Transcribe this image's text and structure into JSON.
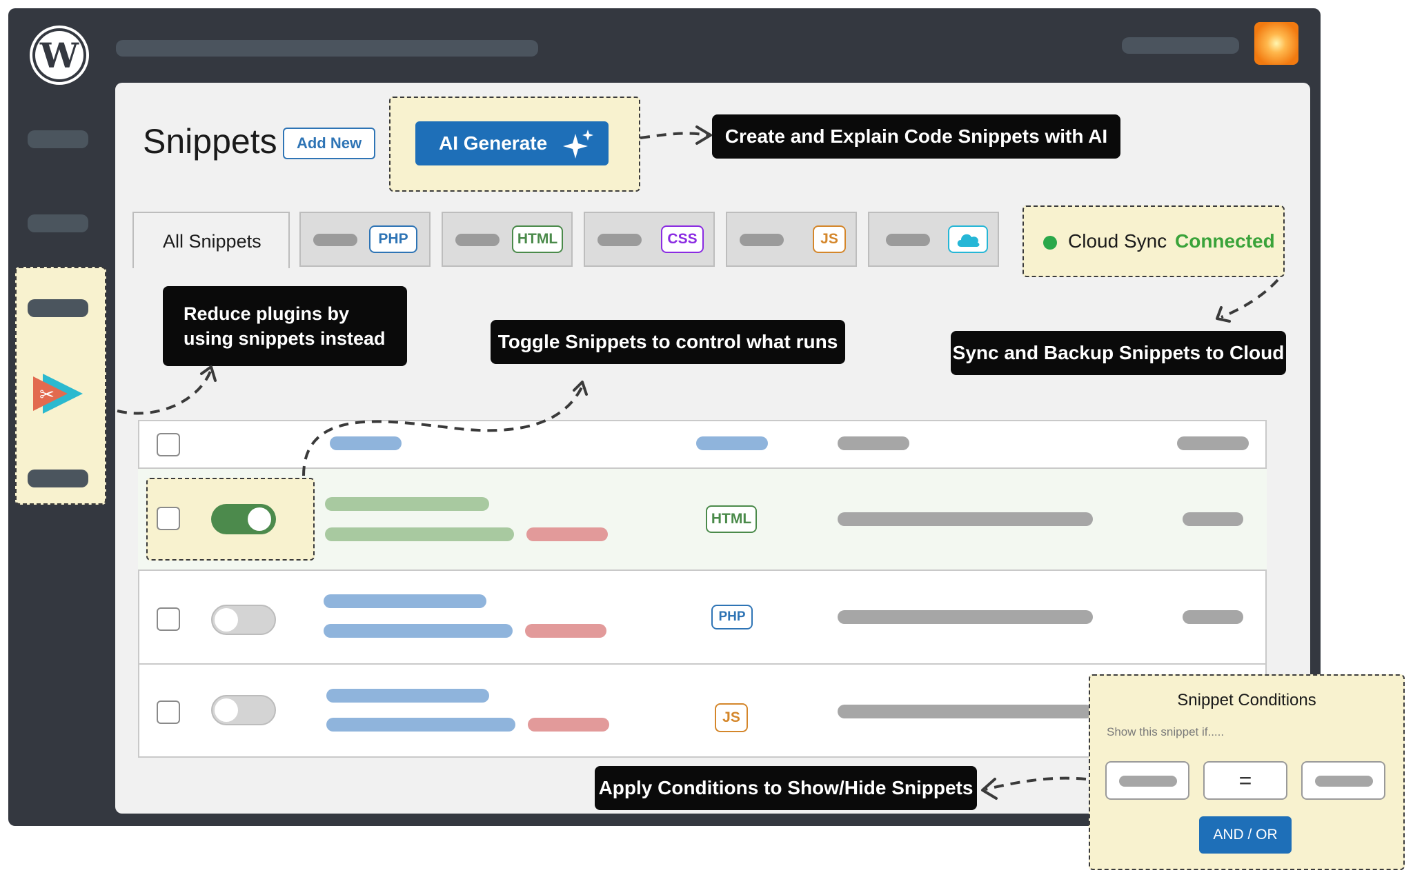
{
  "header": {
    "page_title": "Snippets",
    "add_new_label": "Add New",
    "ai_generate_label": "AI Generate"
  },
  "tabs": {
    "all_label": "All Snippets",
    "items": [
      {
        "badge": "PHP",
        "color": "#2e74b5"
      },
      {
        "badge": "HTML",
        "color": "#4a8a4a"
      },
      {
        "badge": "CSS",
        "color": "#8a2be2"
      },
      {
        "badge": "JS",
        "color": "#d4862a"
      },
      {
        "badge": "cloud-icon",
        "color": "#25b6d6"
      }
    ]
  },
  "cloud_sync": {
    "label": "Cloud Sync",
    "status": "Connected",
    "status_color": "#3aa33a"
  },
  "callouts": {
    "ai": "Create and Explain Code Snippets with AI",
    "reduce_plugins": "Reduce plugins by using snippets instead",
    "toggle": "Toggle Snippets to control what runs",
    "sync": "Sync and Backup Snippets to Cloud",
    "conditions": "Apply Conditions to Show/Hide Snippets"
  },
  "rows": [
    {
      "type_badge": "HTML",
      "enabled": true
    },
    {
      "type_badge": "PHP",
      "enabled": false
    },
    {
      "type_badge": "JS",
      "enabled": false
    }
  ],
  "conditions_panel": {
    "title": "Snippet Conditions",
    "subtitle": "Show this snippet if.....",
    "operator": "=",
    "logic_button": "AND / OR"
  },
  "colors": {
    "frame": "#343840",
    "accent_blue": "#1e6fb8",
    "highlight": "#f8f2cf",
    "toggle_on": "#4c8a4c",
    "orange": "#f28a1e"
  }
}
